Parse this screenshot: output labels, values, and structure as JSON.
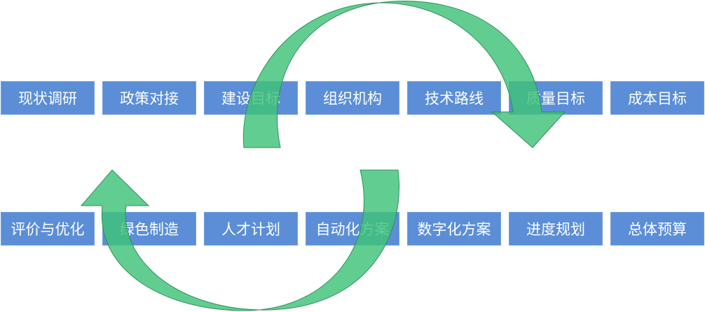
{
  "top_row": [
    "现状调研",
    "政策对接",
    "建设目标",
    "组织机构",
    "技术路线",
    "质量目标",
    "成本目标"
  ],
  "bottom_row": [
    "评价与优化",
    "绿色制造",
    "人才计划",
    "自动化方案",
    "数字化方案",
    "进度规划",
    "总体预算"
  ],
  "colors": {
    "box": "#5b8ed7",
    "box_text": "#ffffff",
    "arrow_fill": "#3fc277",
    "arrow_stroke": "#2f8f5b"
  },
  "icons": [
    "curved-arrow-top-icon",
    "curved-arrow-bottom-icon"
  ]
}
